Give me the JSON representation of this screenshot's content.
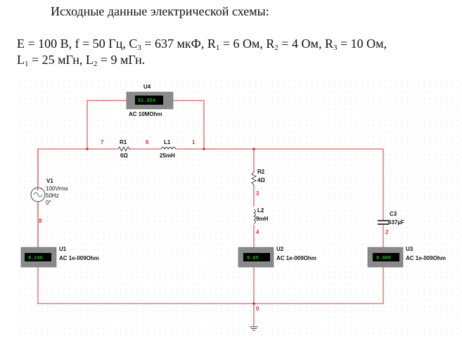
{
  "header": {
    "title": "Исходные данные электрической схемы:",
    "params_line1": [
      {
        "t": "E = 100 В, f = 50 Гц, C"
      },
      {
        "sub": "3"
      },
      {
        "t": " = 637 мкФ,  R"
      },
      {
        "sub": "1"
      },
      {
        "t": " = 6 Ом, R"
      },
      {
        "sub": "2"
      },
      {
        "t": " = 4 Ом, R"
      },
      {
        "sub": "3"
      },
      {
        "t": " = 10 Ом,"
      }
    ],
    "params_line2": [
      {
        "t": "L"
      },
      {
        "sub": "1"
      },
      {
        "t": " = 25 мГн, L"
      },
      {
        "sub": "2"
      },
      {
        "t": " = 9 мГн."
      }
    ]
  },
  "colors": {
    "wire": "#e06060",
    "node_label": "#e03030",
    "meter_body": "#8a8a8a",
    "meter_display": "#000000",
    "meter_text": "#33ee33",
    "grid_dot": "#d8d8d8"
  },
  "components": {
    "V1": {
      "name": "V1",
      "voltage": "100Vrms",
      "freq": "50Hz",
      "phase": "0°"
    },
    "R1": {
      "name": "R1",
      "value": "6Ω"
    },
    "L1": {
      "name": "L1",
      "value": "25mH"
    },
    "R2": {
      "name": "R2",
      "value": "4Ω"
    },
    "L2": {
      "name": "L2",
      "value": "9mH"
    },
    "C3": {
      "name": "C3",
      "value": "637µF"
    },
    "U1": {
      "name": "U1",
      "mode": "AC  1e-009Ohm",
      "reading": "8.246"
    },
    "U2": {
      "name": "U2",
      "mode": "AC  1e-009Ohm",
      "reading": "9.05"
    },
    "U3": {
      "name": "U3",
      "mode": "AC  1e-009Ohm",
      "reading": "8.909"
    },
    "U4": {
      "name": "U4",
      "mode": "AC  10MOhm",
      "reading": "81.664"
    }
  },
  "nodes": {
    "n7": "7",
    "n6": "6",
    "n1": "1",
    "n8": "8",
    "n3": "3",
    "n4": "4",
    "n2": "2",
    "n0": "0"
  }
}
